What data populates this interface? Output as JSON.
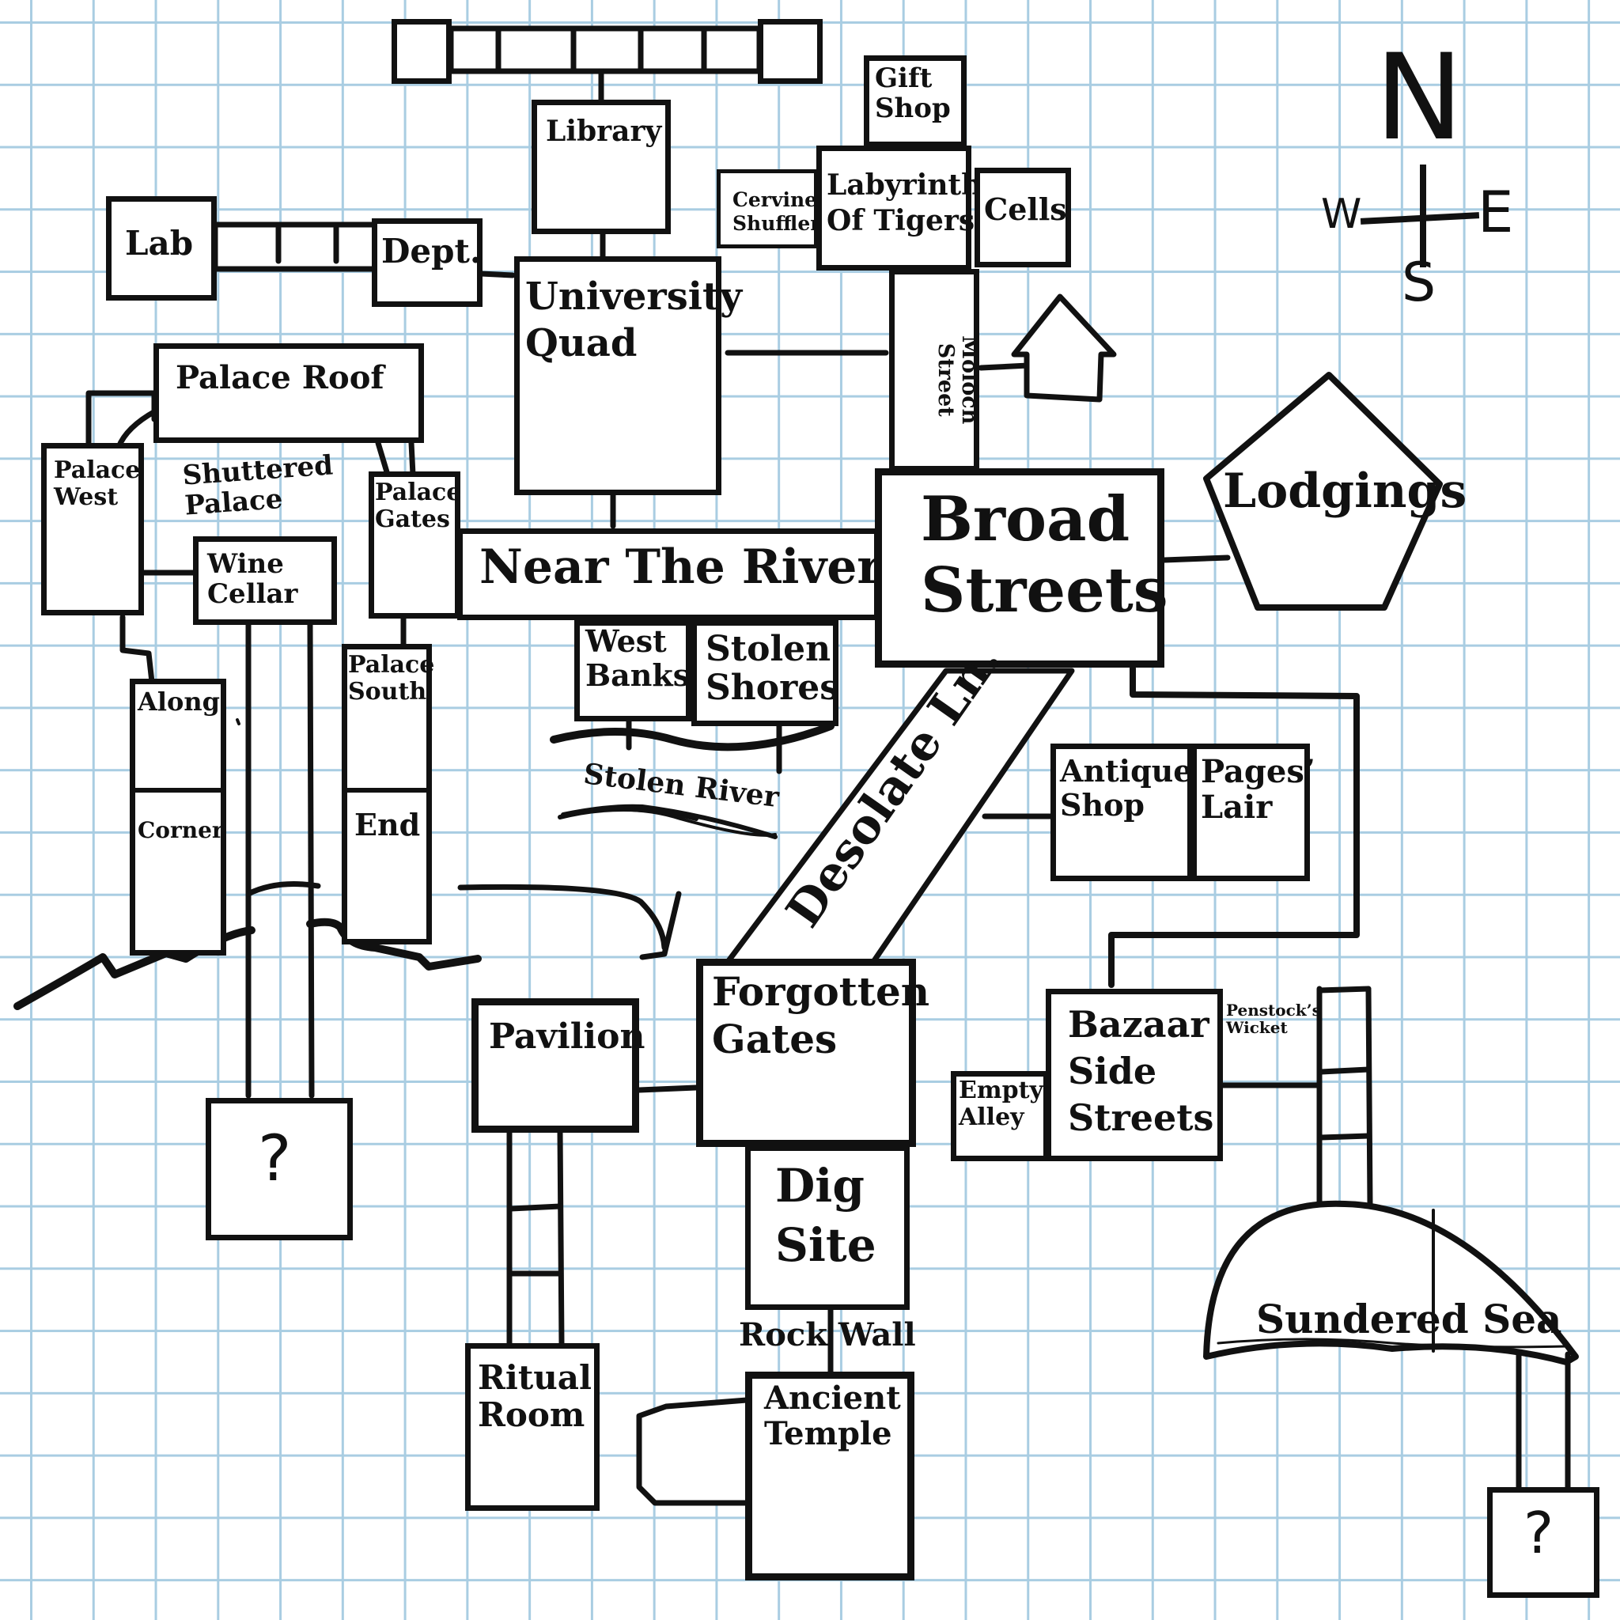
{
  "locations": {
    "library": "Library",
    "gift_shop": "Gift\nShop",
    "cervine_shuffler": "Cervine\nShuffler",
    "labyrinth_of_tigers": "Labyrinth\nOf Tigers",
    "cells": "Cells",
    "lab": "Lab",
    "dept": "Dept.",
    "university_quad": "University\nQuad",
    "moloch_street": "Moloch Street",
    "palace_roof": "Palace Roof",
    "palace_west": "Palace\nWest",
    "shuttered_palace": "Shuttered\nPalace",
    "palace_gates": "Palace\nGates",
    "near_the_river": "Near The River",
    "broad_streets": "Broad\nStreets",
    "lodgings": "Lodgings",
    "wine_cellar": "Wine\nCellar",
    "along": "Along",
    "corner": "Corner",
    "palace_south": "Palace\nSouth",
    "end": "End",
    "west_banks": "West\nBanks",
    "stolen_shores": "Stolen\nShores",
    "stolen_river": "Stolen River",
    "desolate_ln": "Desolate Ln.",
    "antique_shop": "Antique\nShop",
    "pages_lair": "Pages’\nLair",
    "forgotten_gates": "Forgotten\nGates",
    "pavilion": "Pavilion",
    "bazaar_side_streets": "Bazaar\nSide\nStreets",
    "penstocks_wicket": "Penstock’s\nWicket",
    "empty_alley": "Empty\nAlley",
    "dig_site": "Dig\nSite",
    "rock_wall": "Rock Wall",
    "ritual_room": "Ritual\nRoom",
    "ancient_temple": "Ancient\nTemple",
    "sundered_sea": "Sundered Sea",
    "unknown_left": "?",
    "unknown_right": "?"
  },
  "compass": {
    "n": "N",
    "e": "E",
    "s": "S",
    "w": "W"
  }
}
